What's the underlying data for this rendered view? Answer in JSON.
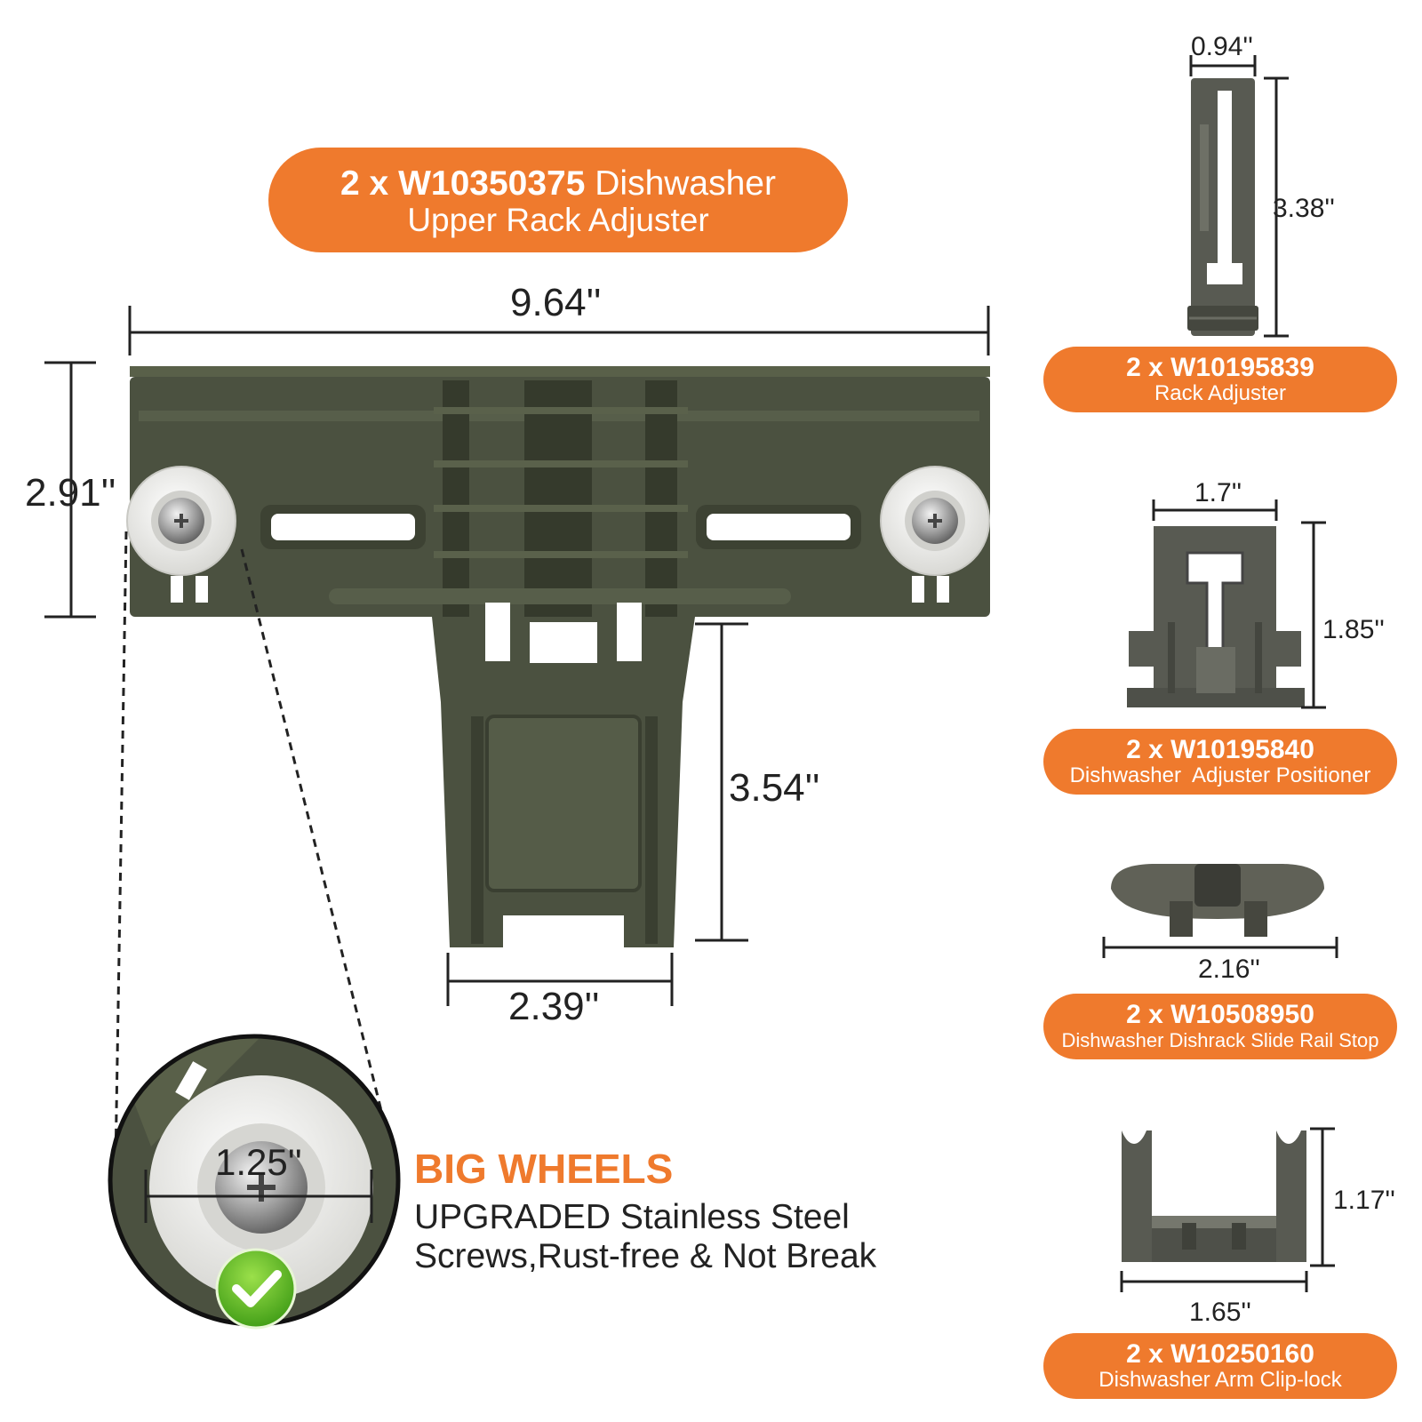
{
  "colors": {
    "accent": "#ef7a2d",
    "part_green": "#4b5140",
    "wheel_white": "#f3f3f1"
  },
  "main_label": {
    "bold": "2 x W10350375",
    "rest": " Dishwasher",
    "line2": "Upper Rack Adjuster"
  },
  "main_dims": {
    "width": "9.64''",
    "height": "2.91''",
    "arm_height": "3.54''",
    "arm_width": "2.39''"
  },
  "feature": {
    "wheel_dim": "1.25''",
    "title": "BIG WHEELS",
    "line1": "UPGRADED Stainless Steel",
    "line2": "Screws,Rust-free & Not Break",
    "check_icon": "check-icon"
  },
  "parts": [
    {
      "code": "2 x W10195839",
      "name": "Rack Adjuster",
      "dims": [
        "0.94''",
        "3.38''"
      ]
    },
    {
      "code": "2 x W10195840",
      "name": "Dishwasher  Adjuster Positioner",
      "dims": [
        "1.7''",
        "1.85''"
      ]
    },
    {
      "code": "2 x W10508950",
      "name": "Dishwasher Dishrack Slide Rail Stop",
      "dims": [
        "2.16''"
      ]
    },
    {
      "code": "2 x W10250160",
      "name": "Dishwasher Arm Clip-lock",
      "dims": [
        "1.17''",
        "1.65''"
      ]
    }
  ]
}
